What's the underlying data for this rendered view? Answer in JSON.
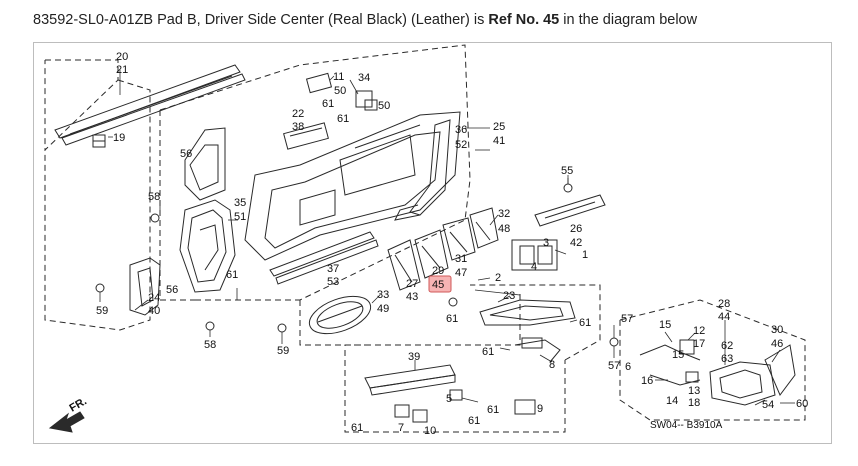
{
  "caption": {
    "prefix": "83592-SL0-A01ZB Pad B, Driver Side Center (Real Black) (Leather) is ",
    "ref_label": "Ref No. 45",
    "suffix": " in the diagram below"
  },
  "diagram": {
    "drawing_code": "SW04-- B3910A",
    "front_marker": "FR.",
    "highlight_ref": "45",
    "labels": {
      "l20": "20",
      "l21": "21",
      "l19": "19",
      "l56a": "56",
      "l58a": "58",
      "l35": "35",
      "l51": "51",
      "l59a": "59",
      "l24": "24",
      "l40": "40",
      "l56b": "56",
      "l61a": "61",
      "l58b": "58",
      "l59b": "59",
      "l11": "11",
      "l34": "34",
      "l50a": "50",
      "l61b": "61",
      "l50b": "50",
      "l22": "22",
      "l38": "38",
      "l61c": "61",
      "l36": "36",
      "l52": "52",
      "l25": "25",
      "l41": "41",
      "l55": "55",
      "l32": "32",
      "l48": "48",
      "l26": "26",
      "l42": "42",
      "l3": "3",
      "l4": "4",
      "l1": "1",
      "l37": "37",
      "l53": "53",
      "l31": "31",
      "l47": "47",
      "l29": "29",
      "l27": "27",
      "l45": "45",
      "l43": "43",
      "l2": "2",
      "l33": "33",
      "l49": "49",
      "l23": "23",
      "l61d": "61",
      "l61e": "61",
      "l39": "39",
      "l61f": "61",
      "l8": "8",
      "l5": "5",
      "l61g": "61",
      "l61h": "61",
      "l9": "9",
      "l61i": "61",
      "l7": "7",
      "l10": "10",
      "l57a": "57",
      "l57b": "57",
      "l6": "6",
      "l15a": "15",
      "l12": "12",
      "l17": "17",
      "l15b": "15",
      "l16": "16",
      "l14": "14",
      "l13": "13",
      "l18": "18",
      "l28": "28",
      "l44": "44",
      "l62": "62",
      "l63": "63",
      "l30": "30",
      "l46": "46",
      "l54": "54",
      "l60": "60"
    }
  },
  "colors": {
    "line": "#2a2a2a",
    "highlight_fill": "#f6b3b3",
    "highlight_border": "#d05a5a",
    "frame_border": "#bdbdbd"
  }
}
